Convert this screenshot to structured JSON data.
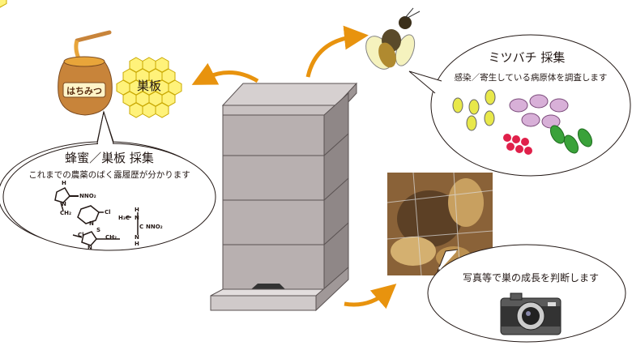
{
  "honey_pot": {
    "label": "はちみつ"
  },
  "comb": {
    "label": "巣板"
  },
  "left_bubble": {
    "title": "蜂蜜／巣板 採集",
    "subtitle": "これまでの農薬のばく露履歴が分かります",
    "chem_labels": [
      "H",
      "NNO₂",
      "N",
      "CH₂",
      "Cl",
      "N",
      "H₃C",
      "N",
      "H",
      "C",
      "NNO₂",
      "N",
      "H",
      "Cl",
      "S",
      "CH₂",
      "N"
    ]
  },
  "top_right_bubble": {
    "title": "ミツバチ 採集",
    "subtitle": "感染／寄生している病原体を調査します"
  },
  "bottom_right_bubble": {
    "subtitle": "写真等で巣の成長を判断します"
  },
  "colors": {
    "arrow": "#e8930e",
    "hive": "#b8b0b0",
    "honey": "#c8843a",
    "comb": "#fff27a",
    "bubble_stroke": "#231815"
  }
}
